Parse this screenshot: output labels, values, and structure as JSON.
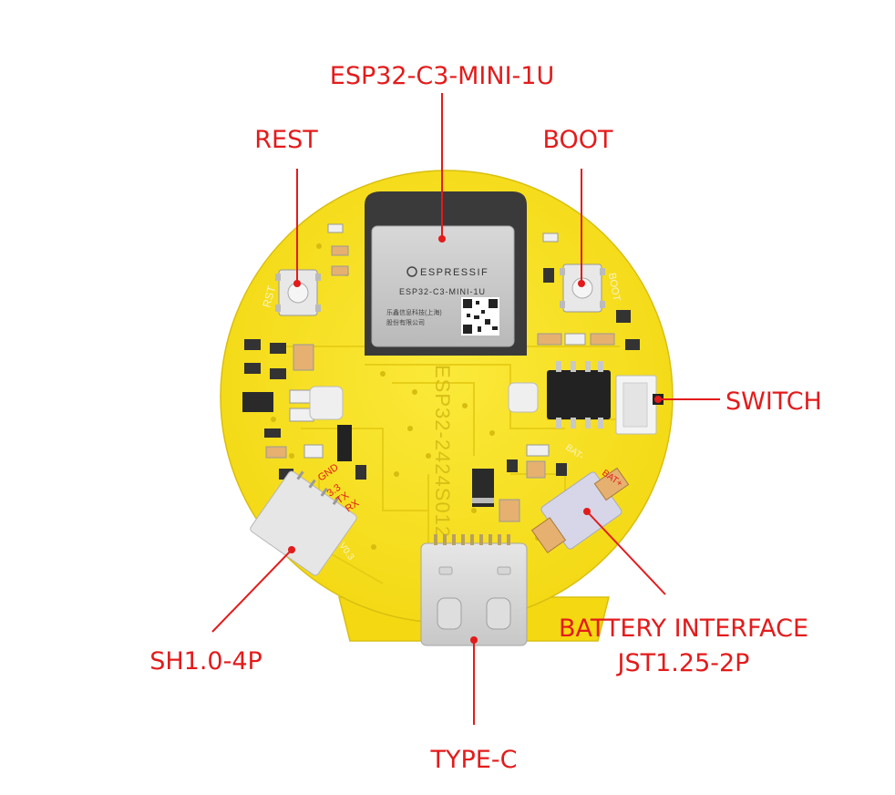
{
  "board": {
    "module_brand": "ESPRESSIF",
    "module_model": "ESP32-C3-MINI-1U",
    "module_note_line1": "乐鑫信息科技(上海)",
    "module_note_line2": "股份有限公司",
    "silk_model": "ESP32-2424S012",
    "silk_rst": "RST",
    "silk_boot": "BOOT",
    "silk_gnd": "GND",
    "silk_33": "3.3",
    "silk_tx": "TX",
    "silk_rx": "RX",
    "silk_bat_plus": "BAT+",
    "silk_bat_minus": "BAT-",
    "silk_version": "V0.3"
  },
  "callouts": {
    "module": "ESP32-C3-MINI-1U",
    "rest": "REST",
    "boot": "BOOT",
    "switch": "SWITCH",
    "battery_line1": "BATTERY INTERFACE",
    "battery_line2": "JST1.25-2P",
    "sh": "SH1.0-4P",
    "typec": "TYPE-C"
  },
  "colors": {
    "pcb": "#f6e11e",
    "pcb_dark": "#e8cf16",
    "annotation": "#e31b1b",
    "module_shield": "#c9c9c9",
    "module_base": "#3a3a3a"
  }
}
